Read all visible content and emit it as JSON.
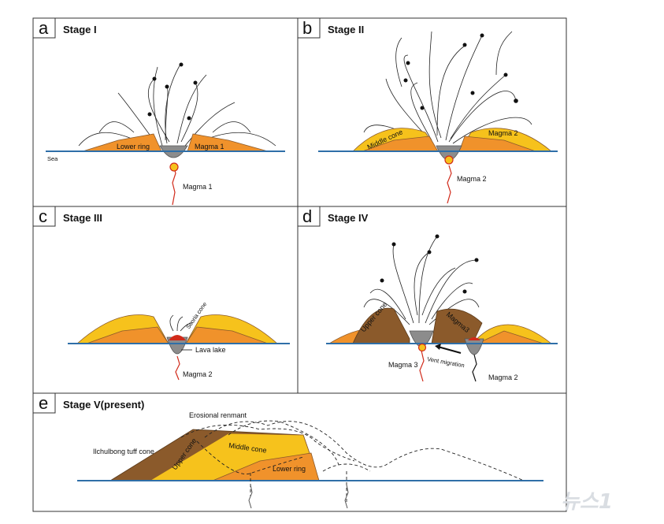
{
  "panels": [
    {
      "letter": "a",
      "title": "Stage I"
    },
    {
      "letter": "b",
      "title": "Stage II"
    },
    {
      "letter": "c",
      "title": "Stage III"
    },
    {
      "letter": "d",
      "title": "Stage IV"
    },
    {
      "letter": "e",
      "title": "Stage V(present)"
    }
  ],
  "labels": {
    "sea": "Sea",
    "lower_ring": "Lower ring",
    "magma1": "Magma 1",
    "middle_cone": "Middle cone",
    "magma2": "Magma 2",
    "scoria_cone": "Scoria cone",
    "lava_lake": "Lava lake",
    "upper_cone": "Upper cone",
    "magma3_cone": "Magma3",
    "magma3": "Magma 3",
    "vent_migration": "Vent migration",
    "erosional_remnant": "Erosional renmant",
    "ilchulbong": "Ilchulbong tuff cone"
  },
  "watermark": "뉴스1",
  "colors": {
    "orange": "#f0922b",
    "yellow": "#f6c21c",
    "brown": "#8b5a2b",
    "sea": "#2f6fa8",
    "vent": "#8c8c8c",
    "magma": "#d12a1a"
  }
}
